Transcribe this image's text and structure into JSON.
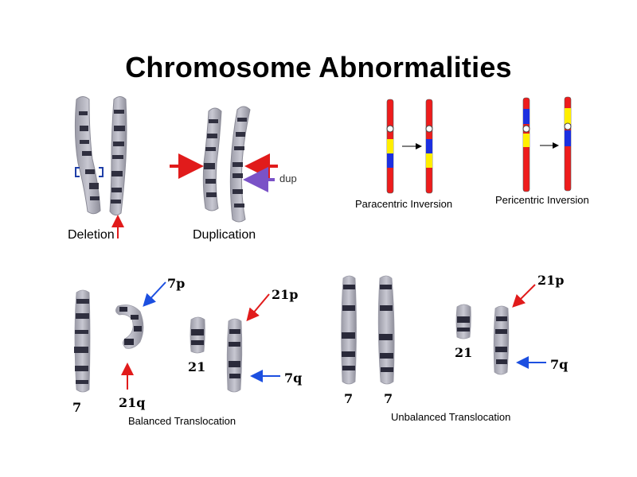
{
  "title": "Chromosome Abnormalities",
  "colors": {
    "red_arrow": "#e11b1b",
    "blue_arrow": "#1c4fe0",
    "purple_arrow": "#7a52c7",
    "bracket": "#1f3fa8",
    "chrom_red": "#ee1c1c",
    "chrom_yellow": "#ffee00",
    "chrom_blue": "#1c2fe0"
  },
  "panels": {
    "deletion": {
      "label": "Deletion"
    },
    "duplication": {
      "label": "Duplication",
      "dup_label": "dup"
    },
    "paracentric": {
      "label": "Paracentric Inversion"
    },
    "pericentric": {
      "label": "Pericentric Inversion"
    },
    "balanced": {
      "label": "Balanced Translocation",
      "chr7_label": "7",
      "chr21q_label": "21q",
      "chr7p_label": "7p",
      "chr21_label": "21",
      "chr21p_label": "21p",
      "chr7q_label": "7q"
    },
    "unbalanced": {
      "label": "Unbalanced Translocation",
      "chr7a_label": "7",
      "chr7b_label": "7",
      "chr21_label": "21",
      "chr21p_label": "21p",
      "chr7q_label": "7q"
    }
  }
}
